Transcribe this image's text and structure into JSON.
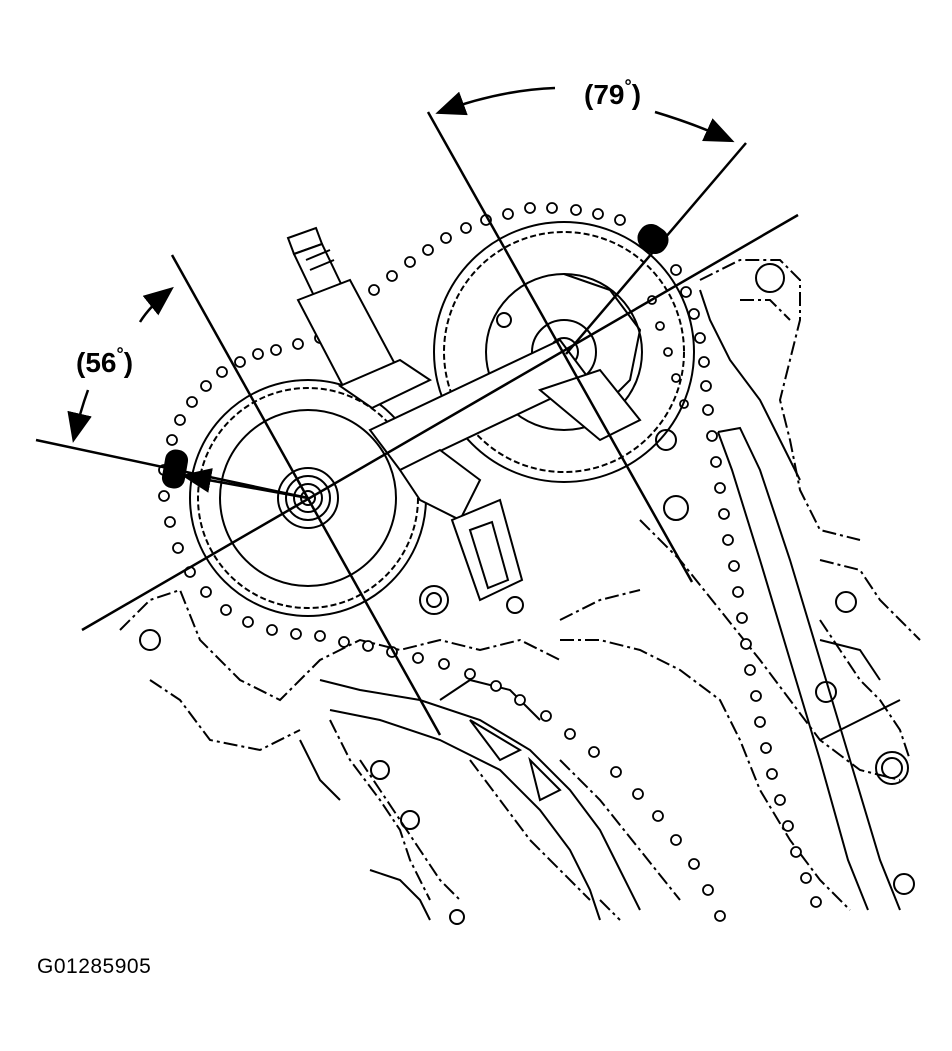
{
  "figure": {
    "angle_left": {
      "value": "56",
      "degree_symbol": "°"
    },
    "angle_right": {
      "value": "79",
      "degree_symbol": "°"
    },
    "figure_id": "G01285905"
  }
}
